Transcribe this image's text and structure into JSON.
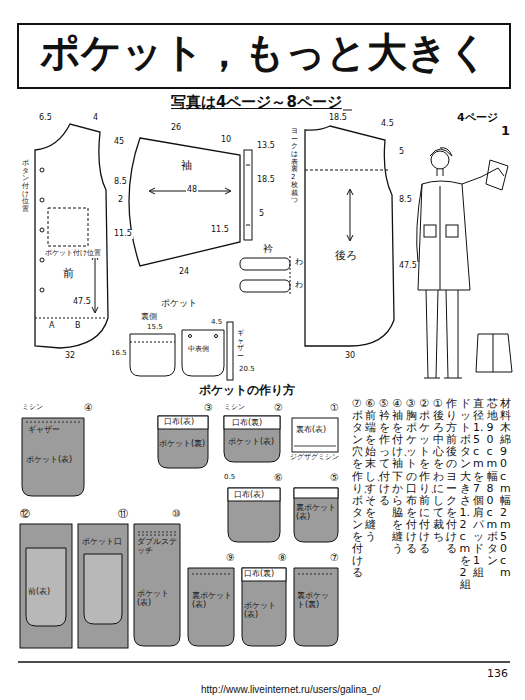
{
  "diagram": {
    "title": "ポケット，もっと大きく",
    "nodes": [
      {
        "text": [
          "①",
          "裏布(表)",
          "ジグザグミシン"
        ]
      },
      {
        "text": [
          "②",
          "ミシン",
          "口布(裏)",
          "ポケット(表)"
        ]
      },
      {
        "text": [
          "③",
          "口布(表)",
          "ポケット(裏)"
        ]
      },
      {
        "text": [
          "④",
          "ミシン",
          "ギャザー",
          "ポケット(表)"
        ]
      },
      {
        "text": [
          "⑤",
          "裏ポケット(表)"
        ]
      },
      {
        "text": [
          "⑥",
          "0.5",
          "口布(表)"
        ]
      },
      {
        "text": [
          "⑦",
          "裏ポケット(裏)"
        ]
      },
      {
        "text": [
          "⑧",
          "口布(裏)",
          "ポケット(表)"
        ]
      },
      {
        "text": [
          "⑨",
          "裏ポケット(表)"
        ]
      },
      {
        "text": [
          "⑩",
          "ダブルステッチ",
          "ポケット(表)"
        ]
      },
      {
        "text": [
          "⑪",
          "ポケット口"
        ]
      },
      {
        "text": [
          "⑫",
          "前(表)"
        ]
      }
    ],
    "labels": [
      "写真は4ページ～8ページ",
      "4ページ",
      "1",
      "6.5",
      "4",
      "45",
      "8.5",
      "11.5",
      "ポケット付け位置",
      "前",
      "47.5",
      "A",
      "B",
      "32",
      "ボタン付け位置",
      "26",
      "10",
      "袖",
      "48",
      "2",
      "11.5",
      "24",
      "13.5",
      "18.5",
      "5",
      "衿",
      "わ",
      "わ",
      "18.5",
      "4.5",
      "ヨークは表裏2枚裁つ",
      "5",
      "8.5",
      "後ろ",
      "47.5",
      "30",
      "ポケット",
      "裏側",
      "15.5",
      "16.5",
      "中表側",
      "4.5",
      "ギャザー",
      "20.5",
      "ポケットの作り方",
      "材料　木綿90cm幅2m50cm",
      "芯地90cm幅80cm　ボタン",
      "直径1.5cmを7個　肩パッド1組",
      "ドットボタン大きさ1.2cmを2組",
      "作り方　前後のヨークを付ける",
      "①後ろ中心をわにして裁ち、",
      "②ポケットを作り、前に付ける",
      "③胸ポケットの口布を付ける",
      "④袖を付け、袖下から脇を縫う",
      "⑤衿を作って付ける",
      "⑥前端を始末し、すそを縫う",
      "⑦ボタン穴を作り、ボタンを付ける",
      "136",
      "http://www.liveinternet.ru/users/galina_o/"
    ]
  }
}
